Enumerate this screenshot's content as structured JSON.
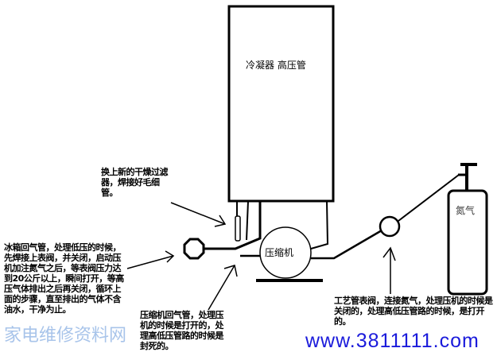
{
  "labels": {
    "condenser": "冷凝器 高压管",
    "compressor": "压缩机",
    "nitrogen": "氮气"
  },
  "notes": {
    "drier": "换上新的干燥过滤器，焊接好毛细管。",
    "low_pressure": "冰箱回气管，处理低压的时候，先焊接上表阀，并关闭，启动压机加注氮气之后，等表阀压力达到20公斤以上，瞬间打开，等高压气体排出之后再关闭，循环上面的步骤，直至排出的气体不含油水，干净为止。",
    "compressor_return": "压缩机回气管，处理压机的时候是打开的，处理高低压管路的时候是封死的。",
    "process_tube": "工艺管表阀，连接氮气，处理压机的时候是关闭的，处理高低压管路的时候，是打开的。"
  },
  "watermark": {
    "url": "www.3811111.com",
    "site_cn": "家电维修资料网"
  },
  "colors": {
    "line": "#000000",
    "watermark": "#1a1adb"
  }
}
